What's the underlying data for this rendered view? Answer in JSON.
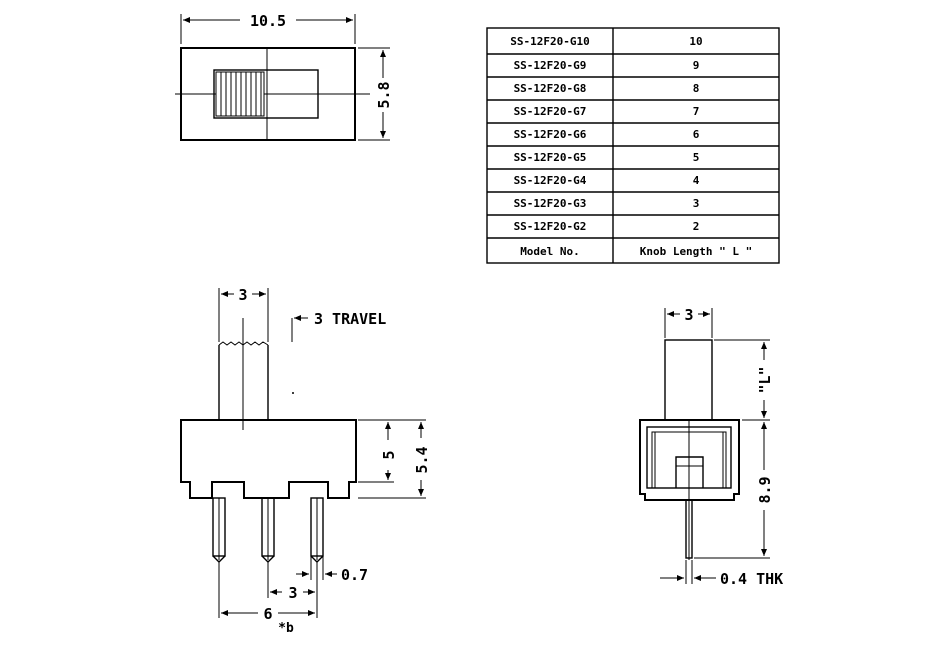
{
  "top_view": {
    "width_label": "10.5",
    "height_label": "5.8"
  },
  "model_table": {
    "rows": [
      {
        "model": "SS-12F20-G10",
        "length": "10"
      },
      {
        "model": "SS-12F20-G9",
        "length": "9"
      },
      {
        "model": "SS-12F20-G8",
        "length": "8"
      },
      {
        "model": "SS-12F20-G7",
        "length": "7"
      },
      {
        "model": "SS-12F20-G6",
        "length": "6"
      },
      {
        "model": "SS-12F20-G5",
        "length": "5"
      },
      {
        "model": "SS-12F20-G4",
        "length": "4"
      },
      {
        "model": "SS-12F20-G3",
        "length": "3"
      },
      {
        "model": "SS-12F20-G2",
        "length": "2"
      }
    ],
    "header_model": "Model No.",
    "header_length": "Knob Length \" L \""
  },
  "front_view": {
    "knob_width": "3",
    "travel": "3 TRAVEL",
    "body_height": "5",
    "total_height": "5.4",
    "pin_width": "0.7",
    "pin_pitch": "3",
    "pin_span": "6",
    "pin_span_note": "*b"
  },
  "side_view": {
    "knob_width": "3",
    "knob_length": "\"L\"",
    "body_height": "8.9",
    "pin_thickness": "0.4 THK"
  }
}
